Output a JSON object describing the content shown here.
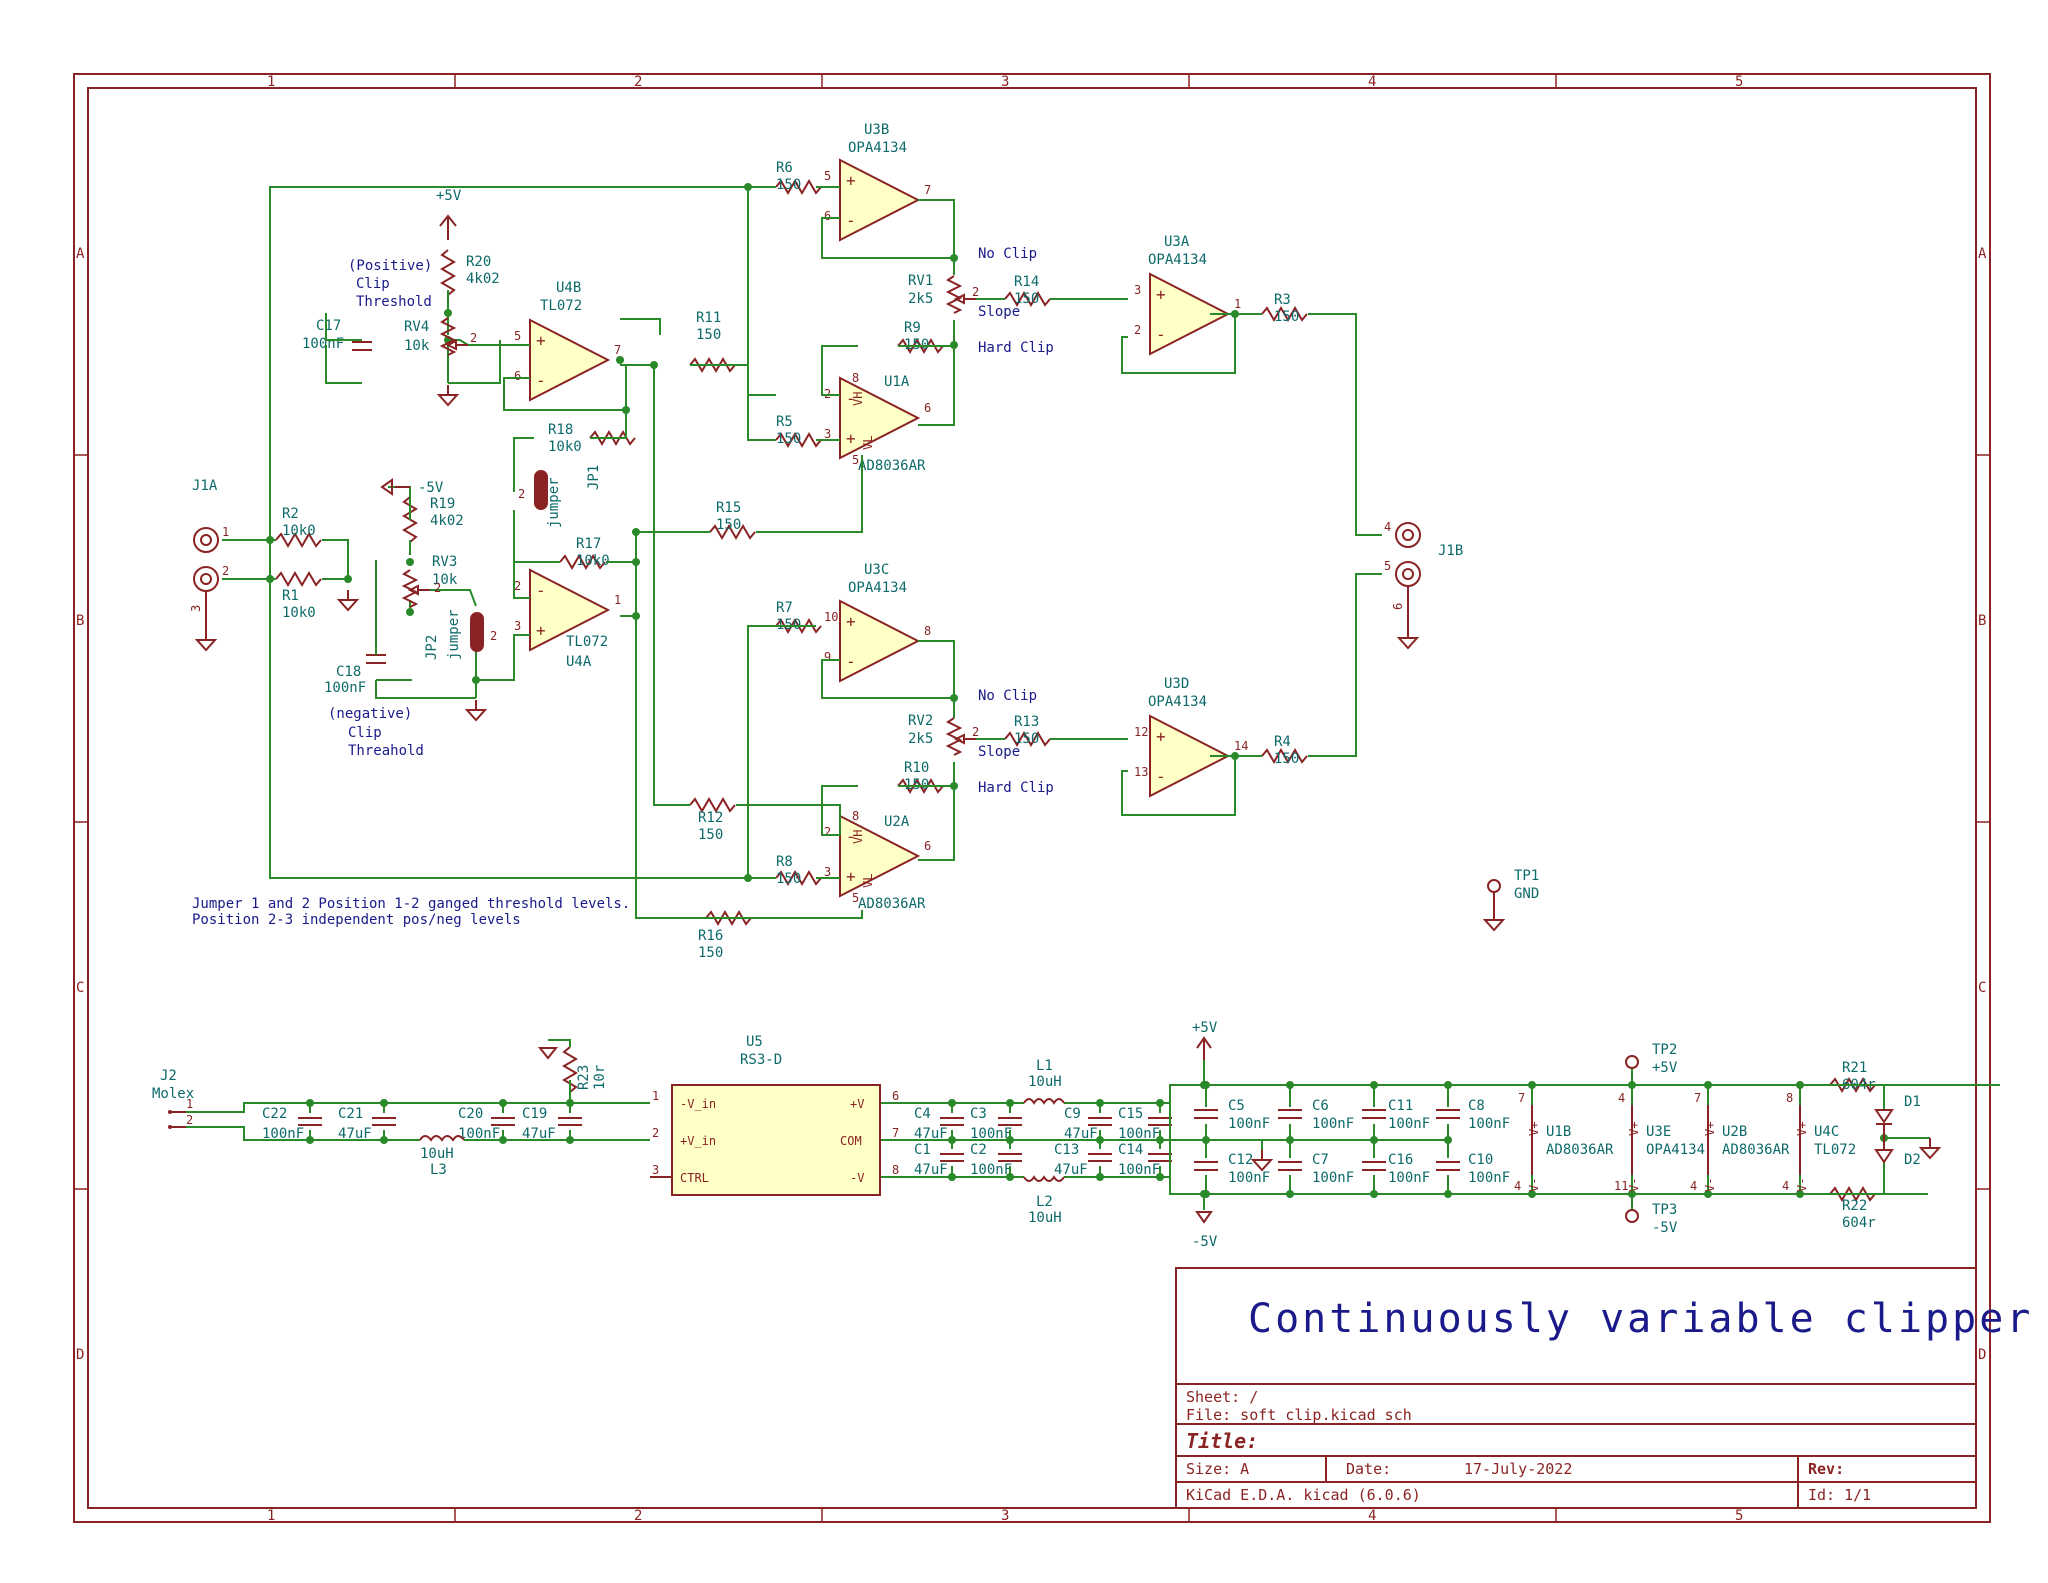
{
  "zones": {
    "cols": [
      "1",
      "2",
      "3",
      "4",
      "5"
    ],
    "rows": [
      "A",
      "B",
      "C",
      "D"
    ]
  },
  "notes": {
    "positive_clip": [
      "(Positive)",
      "Clip",
      "Threshold"
    ],
    "negative_clip": [
      "(negative)",
      "Clip",
      "Threahold"
    ],
    "jumper_note": [
      "Jumper 1 and 2 Position 1-2 ganged threshold levels.",
      "Position 2-3 independent pos/neg levels"
    ],
    "no_clip": "No Clip",
    "slope": "Slope",
    "hard_clip": "Hard Clip"
  },
  "components": {
    "U3B": {
      "ref": "U3B",
      "val": "OPA4134"
    },
    "U3A": {
      "ref": "U3A",
      "val": "OPA4134"
    },
    "U3C": {
      "ref": "U3C",
      "val": "OPA4134"
    },
    "U3D": {
      "ref": "U3D",
      "val": "OPA4134"
    },
    "U4B": {
      "ref": "U4B",
      "val": "TL072"
    },
    "U4A": {
      "ref": "U4A",
      "val": "TL072"
    },
    "U1A": {
      "ref": "U1A",
      "val": "AD8036AR"
    },
    "U2A": {
      "ref": "U2A",
      "val": "AD8036AR"
    },
    "R2": {
      "ref": "R2",
      "val": "10k0"
    },
    "R1": {
      "ref": "R1",
      "val": "10k0"
    },
    "R3": {
      "ref": "R3",
      "val": "150"
    },
    "R4": {
      "ref": "R4",
      "val": "150"
    },
    "R5": {
      "ref": "R5",
      "val": "150"
    },
    "R6": {
      "ref": "R6",
      "val": "150"
    },
    "R7": {
      "ref": "R7",
      "val": "150"
    },
    "R8": {
      "ref": "R8",
      "val": "150"
    },
    "R9": {
      "ref": "R9",
      "val": "150"
    },
    "R10": {
      "ref": "R10",
      "val": "150"
    },
    "R11": {
      "ref": "R11",
      "val": "150"
    },
    "R12": {
      "ref": "R12",
      "val": "150"
    },
    "R13": {
      "ref": "R13",
      "val": "150"
    },
    "R14": {
      "ref": "R14",
      "val": "150"
    },
    "R15": {
      "ref": "R15",
      "val": "150"
    },
    "R16": {
      "ref": "R16",
      "val": "150"
    },
    "R17": {
      "ref": "R17",
      "val": "10k0"
    },
    "R18": {
      "ref": "R18",
      "val": "10k0"
    },
    "R19": {
      "ref": "R19",
      "val": "4k02"
    },
    "R20": {
      "ref": "R20",
      "val": "4k02"
    },
    "R21": {
      "ref": "R21",
      "val": "604r"
    },
    "R22": {
      "ref": "R22",
      "val": "604r"
    },
    "R23": {
      "ref": "R23",
      "val": "10r"
    },
    "RV1": {
      "ref": "RV1",
      "val": "2k5"
    },
    "RV2": {
      "ref": "RV2",
      "val": "2k5"
    },
    "RV3": {
      "ref": "RV3",
      "val": "10k"
    },
    "RV4": {
      "ref": "RV4",
      "val": "10k"
    },
    "C17": {
      "ref": "C17",
      "val": "100nF"
    },
    "C18": {
      "ref": "C18",
      "val": "100nF"
    },
    "JP1": {
      "ref": "JP1",
      "val": "jumper"
    },
    "JP2": {
      "ref": "JP2",
      "val": "jumper"
    },
    "J1A": {
      "ref": "J1A"
    },
    "J1B": {
      "ref": "J1B"
    },
    "J2": {
      "ref": "J2",
      "val": "Molex"
    },
    "U5": {
      "ref": "U5",
      "val": "RS3-D",
      "pins": [
        "-V_in",
        "+V_in",
        "CTRL",
        "+V",
        "COM",
        "-V"
      ]
    },
    "TP1": {
      "ref": "TP1",
      "val": "GND"
    },
    "TP2": {
      "ref": "TP2",
      "val": "+5V"
    },
    "TP3": {
      "ref": "TP3",
      "val": "-5V"
    },
    "L1": {
      "ref": "L1",
      "val": "10uH"
    },
    "L2": {
      "ref": "L2",
      "val": "10uH"
    },
    "L3": {
      "ref": "L3",
      "val": "10uH"
    },
    "C22": {
      "ref": "C22",
      "val": "100nF"
    },
    "C21": {
      "ref": "C21",
      "val": "47uF"
    },
    "C20": {
      "ref": "C20",
      "val": "100nF"
    },
    "C19": {
      "ref": "C19",
      "val": "47uF"
    },
    "C4": {
      "ref": "C4",
      "val": "47uF"
    },
    "C3": {
      "ref": "C3",
      "val": "100nF"
    },
    "C1": {
      "ref": "C1",
      "val": "47uF"
    },
    "C2": {
      "ref": "C2",
      "val": "100nF"
    },
    "C9": {
      "ref": "C9",
      "val": "47uF"
    },
    "C15": {
      "ref": "C15",
      "val": "100nF"
    },
    "C13": {
      "ref": "C13",
      "val": "47uF"
    },
    "C14": {
      "ref": "C14",
      "val": "100nF"
    },
    "C5": {
      "ref": "C5",
      "val": "100nF"
    },
    "C6": {
      "ref": "C6",
      "val": "100nF"
    },
    "C11": {
      "ref": "C11",
      "val": "100nF"
    },
    "C8": {
      "ref": "C8",
      "val": "100nF"
    },
    "C12": {
      "ref": "C12",
      "val": "100nF"
    },
    "C7": {
      "ref": "C7",
      "val": "100nF"
    },
    "C16": {
      "ref": "C16",
      "val": "100nF"
    },
    "C10": {
      "ref": "C10",
      "val": "100nF"
    },
    "U1B": {
      "ref": "U1B",
      "val": "AD8036AR"
    },
    "U3E": {
      "ref": "U3E",
      "val": "OPA4134"
    },
    "U2B": {
      "ref": "U2B",
      "val": "AD8036AR"
    },
    "U4C": {
      "ref": "U4C",
      "val": "TL072"
    },
    "D1": {
      "ref": "D1"
    },
    "D2": {
      "ref": "D2"
    }
  },
  "rails": {
    "pos": "+5V",
    "neg": "-5V",
    "vplus": "V+",
    "vminus": "V-",
    "vh": "VH",
    "vl": "VL"
  },
  "title_block": {
    "big_title": "Continuously variable clipper",
    "sheet": "Sheet: /",
    "file": "File: soft clip.kicad_sch",
    "title_label": "Title:",
    "size": "Size: A",
    "date_label": "Date:",
    "date": "17-July-2022",
    "rev": "Rev:",
    "kicad": "KiCad E.D.A.  kicad (6.0.6)",
    "id": "Id: 1/1"
  },
  "colors": {
    "frame": "#8a2323",
    "wire": "#2a8a2a",
    "text": "#0e6a6a",
    "note": "#1a1a8a",
    "fill": "#ffffc8"
  }
}
